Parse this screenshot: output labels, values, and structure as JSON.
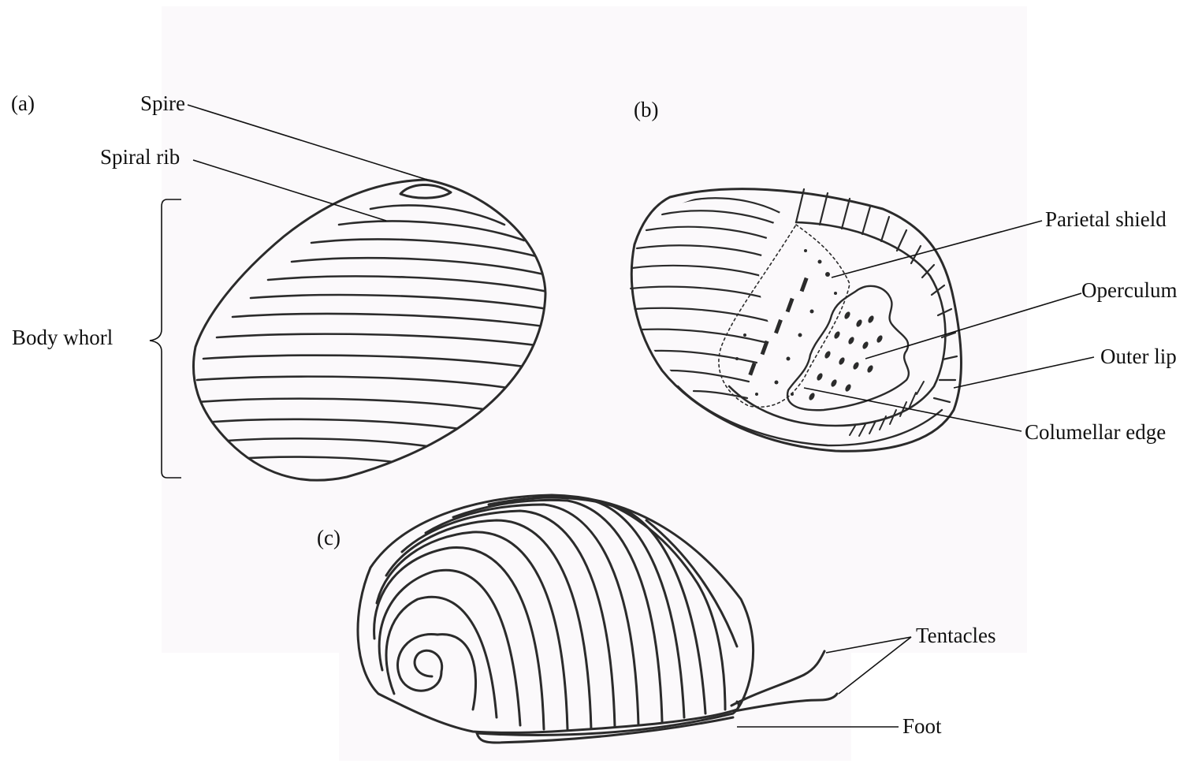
{
  "figure": {
    "panel_a": {
      "tag": "(a)",
      "labels": {
        "spire": "Spire",
        "spiral_rib": "Spiral rib",
        "body_whorl": "Body whorl"
      }
    },
    "panel_b": {
      "tag": "(b)",
      "labels": {
        "parietal_shield": "Parietal shield",
        "operculum": "Operculum",
        "outer_lip": "Outer lip",
        "columellar_edge": "Columellar edge"
      }
    },
    "panel_c": {
      "tag": "(c)",
      "labels": {
        "tentacles": "Tentacles",
        "foot": "Foot"
      }
    }
  },
  "colors": {
    "ink": "#2b2b2b",
    "background": "#ffffff",
    "panel_tint": "#fbf9fb"
  }
}
